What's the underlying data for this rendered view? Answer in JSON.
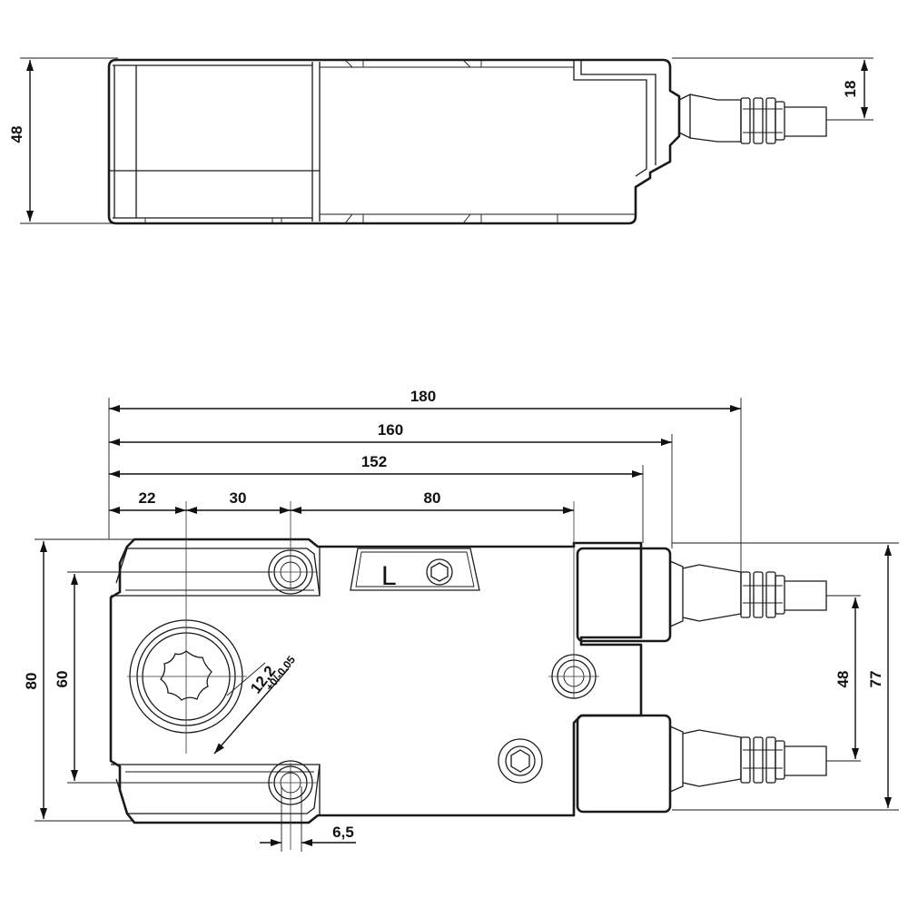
{
  "dimensions": {
    "side_view": {
      "height": "48",
      "cable_offset": "18"
    },
    "top_view": {
      "overall_length_with_cable": "180",
      "length_with_connector": "160",
      "body_length": "152",
      "first_hole_offset": "22",
      "hole_spacing": "30",
      "connector_offset": "80",
      "overall_width": "80",
      "hole_distance": "60",
      "shaft_size": "12,2",
      "shaft_tolerance": "+0/-0.05",
      "hole_diameter": "6,5",
      "connector_spacing": "48",
      "connector_width": "77"
    }
  },
  "symbol": "L"
}
